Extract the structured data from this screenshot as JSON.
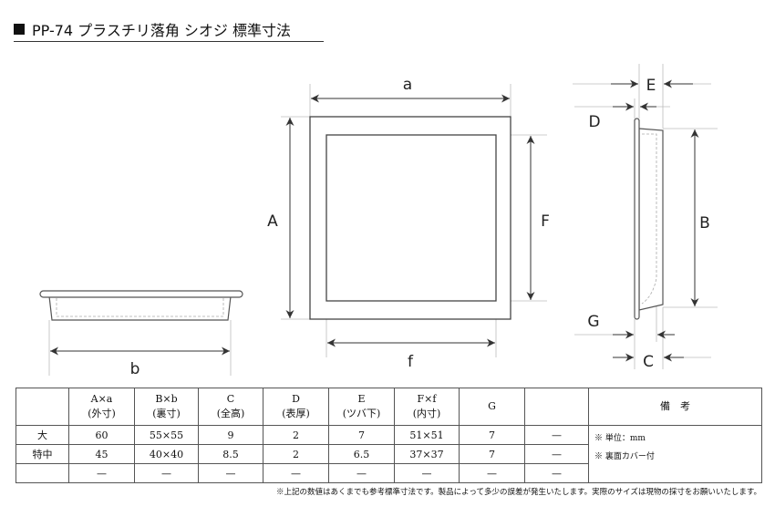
{
  "title": "PP-74 プラスチリ落角 シオジ 標準寸法",
  "drawing_labels": {
    "a": "a",
    "A": "A",
    "F": "F",
    "f": "f",
    "b": "b",
    "B": "B",
    "C": "C",
    "D": "D",
    "E": "E",
    "G": "G"
  },
  "table": {
    "headers": [
      {
        "top": "",
        "bottom": ""
      },
      {
        "top": "A×a",
        "bottom": "(外寸)"
      },
      {
        "top": "B×b",
        "bottom": "(裏寸)"
      },
      {
        "top": "C",
        "bottom": "(全高)"
      },
      {
        "top": "D",
        "bottom": "(表厚)"
      },
      {
        "top": "E",
        "bottom": "(ツバ下)"
      },
      {
        "top": "F×f",
        "bottom": "(内寸)"
      },
      {
        "top": "G",
        "bottom": ""
      },
      {
        "top": "",
        "bottom": ""
      }
    ],
    "remarks_header": "備　考",
    "rows": [
      [
        "大",
        "60",
        "55×55",
        "9",
        "2",
        "7",
        "51×51",
        "7",
        "—"
      ],
      [
        "特中",
        "45",
        "40×40",
        "8.5",
        "2",
        "6.5",
        "37×37",
        "7",
        "—"
      ],
      [
        "",
        "—",
        "—",
        "—",
        "—",
        "—",
        "—",
        "—",
        "—"
      ]
    ],
    "remarks": [
      "※ 単位：mm",
      "※ 裏面カバー付"
    ]
  },
  "footnote": "※上記の数値はあくまでも参考標準寸法です。製品によって多少の誤差が発生いたします。実際のサイズは現物の採寸をお願いいたします。"
}
